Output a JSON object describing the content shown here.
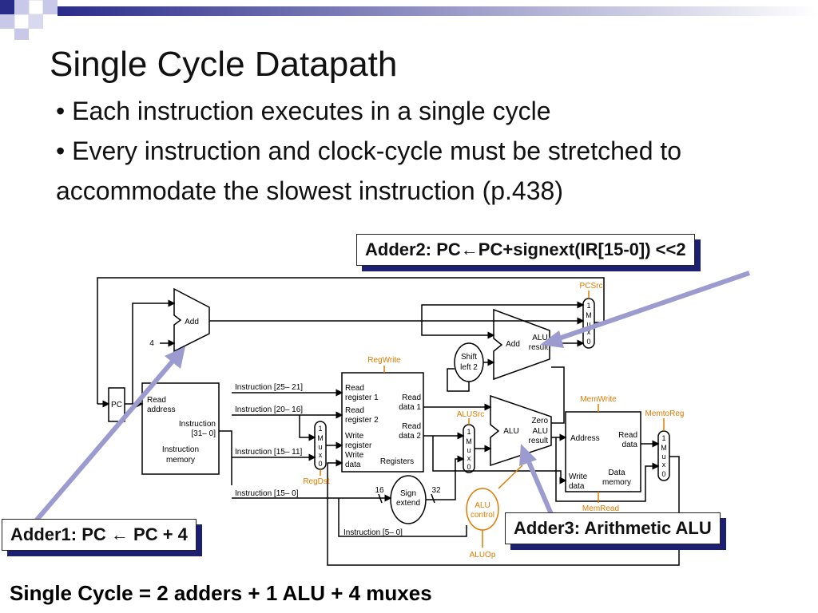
{
  "slide": {
    "title": "Single Cycle Datapath",
    "bullets": [
      "• Each instruction executes in a single cycle",
      "• Every instruction and clock-cycle must be stretched to accommodate the slowest instruction (p.438)"
    ],
    "callouts": {
      "adder2": "Adder2: PC←PC+signext(IR[15-0]) <<2",
      "adder1": "Adder1: PC ← PC + 4",
      "adder3": "Adder3: Arithmetic ALU"
    },
    "summary": "Single Cycle = 2 adders + 1 ALU + 4 muxes"
  },
  "datapath": {
    "pc": "PC",
    "add_top": "Add",
    "const4": "4",
    "add_branch": "Add",
    "add_branch_result_1": "ALU",
    "add_branch_result_2": "result",
    "shift_1": "Shift",
    "shift_2": "left 2",
    "imem": {
      "read_1": "Read",
      "read_2": "address",
      "instr_1": "Instruction",
      "instr_2": "[31– 0]",
      "mem_1": "Instruction",
      "mem_2": "memory"
    },
    "instr_fields": [
      "Instruction [25– 21]",
      "Instruction [20– 16]",
      "Instruction [15– 11]",
      "Instruction [15– 0]",
      "Instruction [5– 0]"
    ],
    "regs": {
      "rr1_a": "Read",
      "rr1_b": "register 1",
      "rr2_a": "Read",
      "rr2_b": "register 2",
      "wr_a": "Write",
      "wr_b": "register",
      "wd_a": "Write",
      "wd_b": "data",
      "rd1_a": "Read",
      "rd1_b": "data 1",
      "rd2_a": "Read",
      "rd2_b": "data 2",
      "name": "Registers"
    },
    "control": {
      "regwrite": "RegWrite",
      "regdst": "RegDst",
      "alusrc": "ALUSrc",
      "pcsrc": "PCSrc",
      "memwrite": "MemWrite",
      "memtoreg": "MemtoReg",
      "memread": "MemRead",
      "aluop": "ALUOp"
    },
    "mux_labels": [
      "1",
      "M",
      "u",
      "x",
      "0"
    ],
    "sign": {
      "a": "Sign",
      "b": "extend",
      "in_width": "16",
      "out_width": "32"
    },
    "alu_control": {
      "a": "ALU",
      "b": "control"
    },
    "alu": {
      "name": "ALU",
      "zero": "Zero",
      "res_a": "ALU",
      "res_b": "result"
    },
    "dmem": {
      "address": "Address",
      "rd_a": "Read",
      "rd_b": "data",
      "wd_a": "Write",
      "wd_b": "data",
      "mem_a": "Data",
      "mem_b": "memory"
    }
  },
  "colors": {
    "control": "#e07b00",
    "arrow": "#9b9bd0",
    "shadow": "#1d1f73"
  }
}
